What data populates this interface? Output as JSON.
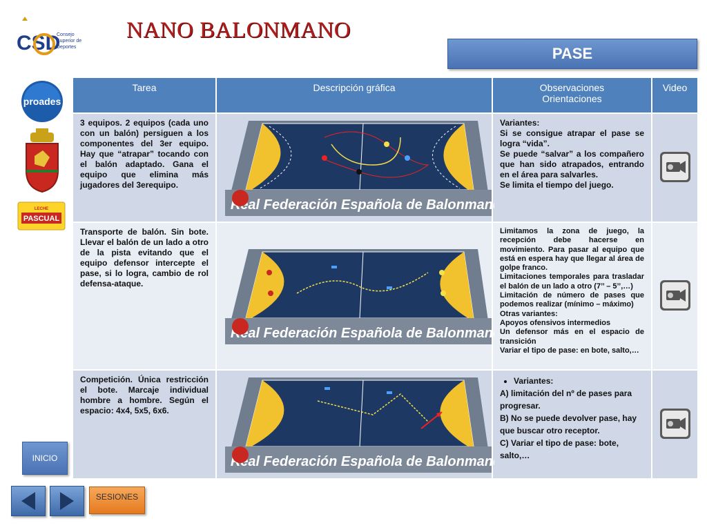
{
  "header": {
    "title": "NANO BALONMANO",
    "section": "PASE",
    "csd_logo_text": "CSD",
    "csd_sub": [
      "Consejo",
      "Superior de",
      "Deportes"
    ]
  },
  "side_logos": {
    "prodes": "proades",
    "pascual": "PASCUAL",
    "pascual_top": "LECHE"
  },
  "table": {
    "headers": {
      "tarea": "Tarea",
      "descripcion": "Descripción gráfica",
      "observaciones_1": "Observaciones",
      "observaciones_2": "Orientaciones",
      "video": "Video"
    },
    "rows": [
      {
        "tarea": "3 equipos. 2 equipos (cada uno con un balón) persiguen a los componentes del 3er equipo. Hay que “atrapar” tocando con el balón adaptado. Gana el equipo que elimina más jugadores del 3erequipo.",
        "court_caption": "Real Federación Española de Balonmano",
        "observaciones": [
          "Variantes:",
          "Si se consigue atrapar el pase se logra “vida”.",
          "Se puede “salvar” a los compañero que han sido atrapados, entrando en el área para salvarles.",
          "Se limita el tiempo del juego."
        ]
      },
      {
        "tarea": "Transporte de balón. Sin bote. Llevar el balón de un lado a otro de la pista evitando que el equipo defensor intercepte el pase, si lo logra, cambio de rol defensa-ataque.",
        "court_caption": "Real Federación Española de Balonmano",
        "observaciones": [
          "Limitamos la zona de juego, la recepción debe hacerse en movimiento. Para pasar al equipo que está en espera hay que llegar al área de golpe franco.",
          "Limitaciones temporales para trasladar el balón de un lado a otro (7’’ – 5’’,…)",
          "Limitación de número de pases que podemos realizar (mínimo – máximo)",
          "Otras variantes:",
          "Apoyos ofensivos intermedios",
          "Un defensor más en el espacio de transición",
          "Variar el tipo de pase: en bote, salto,…"
        ]
      },
      {
        "tarea": "Competición. Única restricción el bote. Marcaje individual hombre a hombre. Según el espacio: 4x4, 5x5, 6x6.",
        "court_caption": "Real Federación Española de Balonmano",
        "observaciones_title": "Variantes:",
        "observaciones": [
          "A) limitación del nº de pases para progresar.",
          "B) No se puede devolver pase, hay que buscar otro receptor.",
          "C) Variar el tipo de pase: bote, salto,…"
        ]
      }
    ]
  },
  "nav": {
    "inicio": "INICIO",
    "sesiones": "SESIONES"
  },
  "colors": {
    "header_blue": "#4f81bd",
    "row_blue": "#d0d8e8",
    "title_red": "#b01c1c",
    "court_yellow": "#f2c12e",
    "court_blue": "#3c5f9a"
  }
}
